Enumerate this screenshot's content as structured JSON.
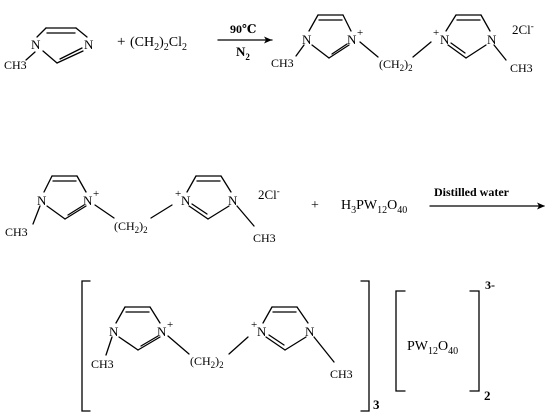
{
  "reaction1": {
    "reactant1": {
      "n1": "N",
      "n3": "N",
      "methyl": "CH3"
    },
    "plus": "+",
    "reagent": {
      "p1": "(CH",
      "sub1": "2",
      "p2": ")",
      "sub2": "2",
      "p3": "Cl",
      "sub3": "2"
    },
    "conditions": {
      "temperature": "90℃",
      "atmosphere_main": "N",
      "atmosphere_sub": "2"
    },
    "product": {
      "ring1": {
        "n_methyl": "N",
        "n_plus": "N",
        "plus_sign": "+",
        "methyl": "CH3"
      },
      "linker": {
        "p1": "(CH",
        "sub1": "2",
        "p2": ")",
        "sub2": "2"
      },
      "ring2": {
        "n_plus": "N",
        "plus_sign": "+",
        "n_methyl": "N",
        "methyl": "CH3"
      },
      "counterion": {
        "main": "2Cl",
        "sup": "-"
      }
    }
  },
  "reaction2": {
    "reactant1": {
      "ring1": {
        "n_methyl": "N",
        "n_plus": "N",
        "plus_sign": "+",
        "methyl": "CH3"
      },
      "linker": {
        "p1": "(CH",
        "sub1": "2",
        "p2": ")",
        "sub2": "2"
      },
      "ring2": {
        "n_plus": "N",
        "plus_sign": "+",
        "n_methyl": "N",
        "methyl": "CH3"
      },
      "counterion": {
        "main": "2Cl",
        "sup": "-"
      }
    },
    "plus": "+",
    "reagent": {
      "p1": "H",
      "sub1": "3",
      "p2": "PW",
      "sub2": "12",
      "p3": "O",
      "sub3": "40"
    },
    "conditions": {
      "solvent": "Distilled water"
    }
  },
  "product": {
    "cation": {
      "ring1": {
        "n_methyl": "N",
        "n_plus": "N",
        "plus_sign": "+",
        "methyl": "CH3"
      },
      "linker": {
        "p1": "(CH",
        "sub1": "2",
        "p2": ")",
        "sub2": "2"
      },
      "ring2": {
        "n_plus": "N",
        "plus_sign": "+",
        "n_methyl": "N",
        "methyl": "CH3"
      },
      "stoichiometry": "3"
    },
    "anion": {
      "p1": "PW",
      "sub1": "12",
      "p2": "O",
      "sub2": "40",
      "charge": "3-",
      "stoichiometry": "2"
    }
  }
}
